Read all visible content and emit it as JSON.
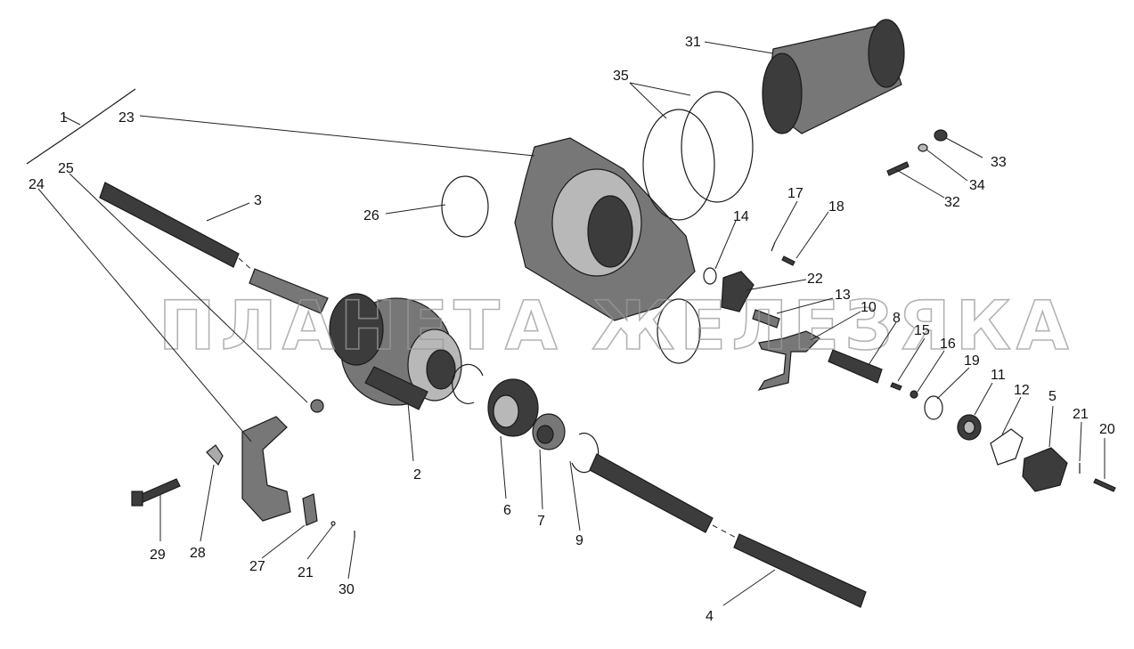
{
  "watermark": "ПЛАНЕТА ЖЕЛЕЗЯКА",
  "callouts": [
    "1",
    "2",
    "3",
    "4",
    "5",
    "6",
    "7",
    "8",
    "9",
    "10",
    "11",
    "12",
    "13",
    "14",
    "15",
    "16",
    "17",
    "18",
    "19",
    "20",
    "21",
    "21",
    "22",
    "23",
    "24",
    "25",
    "26",
    "27",
    "28",
    "29",
    "30",
    "31",
    "32",
    "33",
    "34",
    "35"
  ],
  "colors": {
    "line": "#222222",
    "part_dark": "#3c3c3c",
    "part_mid": "#777777",
    "part_light": "#b8b8b8"
  }
}
